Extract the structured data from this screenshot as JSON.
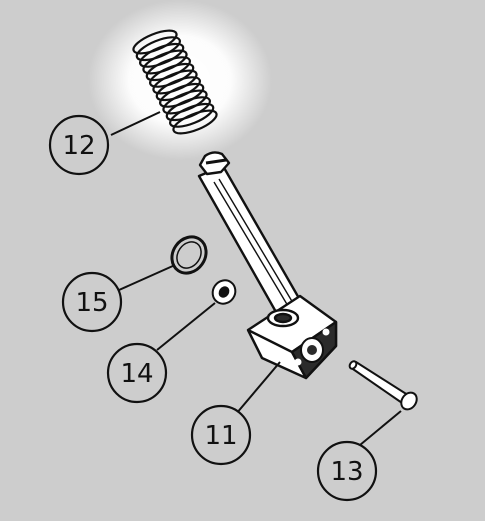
{
  "diagram": {
    "background_color": "#cdcdcd",
    "callouts": [
      {
        "id": "c12",
        "label": "12",
        "part": "spring"
      },
      {
        "id": "c15",
        "label": "15",
        "part": "o-ring"
      },
      {
        "id": "c14",
        "label": "14",
        "part": "washer"
      },
      {
        "id": "c11",
        "label": "11",
        "part": "stem-and-block-assembly"
      },
      {
        "id": "c13",
        "label": "13",
        "part": "pin"
      }
    ]
  }
}
